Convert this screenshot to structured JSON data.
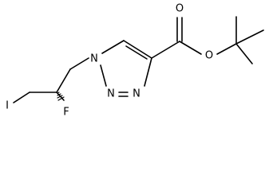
{
  "structure": {
    "atoms": {
      "n1": "N",
      "n2": "N",
      "n3": "N",
      "o_carbonyl": "O",
      "o_ester": "O",
      "fluorine": "F",
      "iodine": "I"
    }
  }
}
